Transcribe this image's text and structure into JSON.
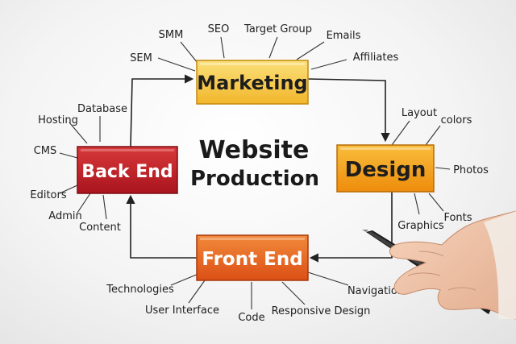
{
  "title": {
    "line1": "Website",
    "line2": "Production"
  },
  "nodes": {
    "marketing": {
      "label": "Marketing",
      "color": "#f7c94a",
      "subitems": [
        "SMM",
        "SEO",
        "Target Group",
        "Emails",
        "SEM",
        "Affiliates"
      ]
    },
    "design": {
      "label": "Design",
      "color": "#f3a417",
      "subitems": [
        "Layout",
        "colors",
        "Photos",
        "Graphics",
        "Fonts"
      ]
    },
    "front_end": {
      "label": "Front End",
      "color": "#e8691e",
      "subitems": [
        "Technologies",
        "User Interface",
        "Code",
        "Responsive Design",
        "Navigation"
      ]
    },
    "back_end": {
      "label": "Back End",
      "color": "#c8202a",
      "subitems": [
        "Hosting",
        "Database",
        "CMS",
        "Editors",
        "Admin",
        "Content"
      ]
    }
  }
}
